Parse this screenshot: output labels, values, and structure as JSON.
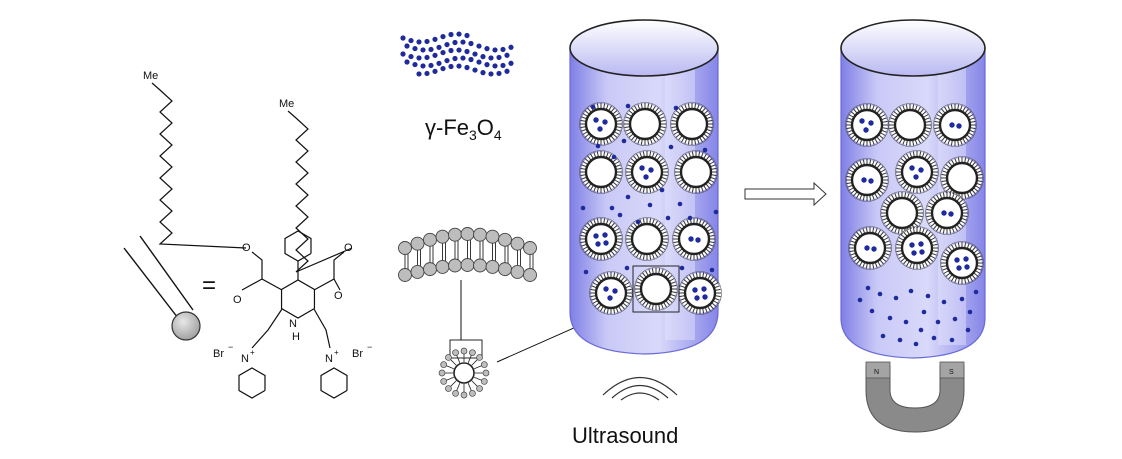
{
  "labels": {
    "me_left": "Me",
    "me_right": "Me",
    "equals": "=",
    "nh": "H",
    "n_plus_left": "N",
    "n_plus_right": "N",
    "charge": "+",
    "br_left": "Br",
    "br_right": "Br",
    "minus": "−",
    "oxygen": "O",
    "nitrogen": "N",
    "gamma": "γ-Fe",
    "sub3": "3",
    "o_part": "O",
    "sub4": "4",
    "ultrasound": "Ultrasound",
    "magnet_n": "N",
    "magnet_s": "S"
  },
  "colors": {
    "nanoparticle": "#1f2a9c",
    "tube_fill": "#b8b8f4",
    "tube_edge": "#6a6ad8",
    "micelle_shell": "#222222",
    "head_group": "#bdbdbd",
    "magnet": "#8a8a8a"
  }
}
